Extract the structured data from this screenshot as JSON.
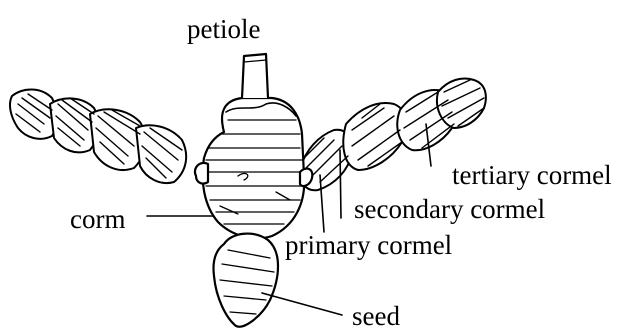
{
  "figure": {
    "labels": {
      "petiole": "petiole",
      "corm": "corm",
      "primary_cormel": "primary cormel",
      "secondary_cormel": "secondary cormel",
      "tertiary_cormel": "tertiary cormel",
      "seed": "seed"
    },
    "colors": {
      "ink": "#000000",
      "background": "#ffffff"
    }
  }
}
